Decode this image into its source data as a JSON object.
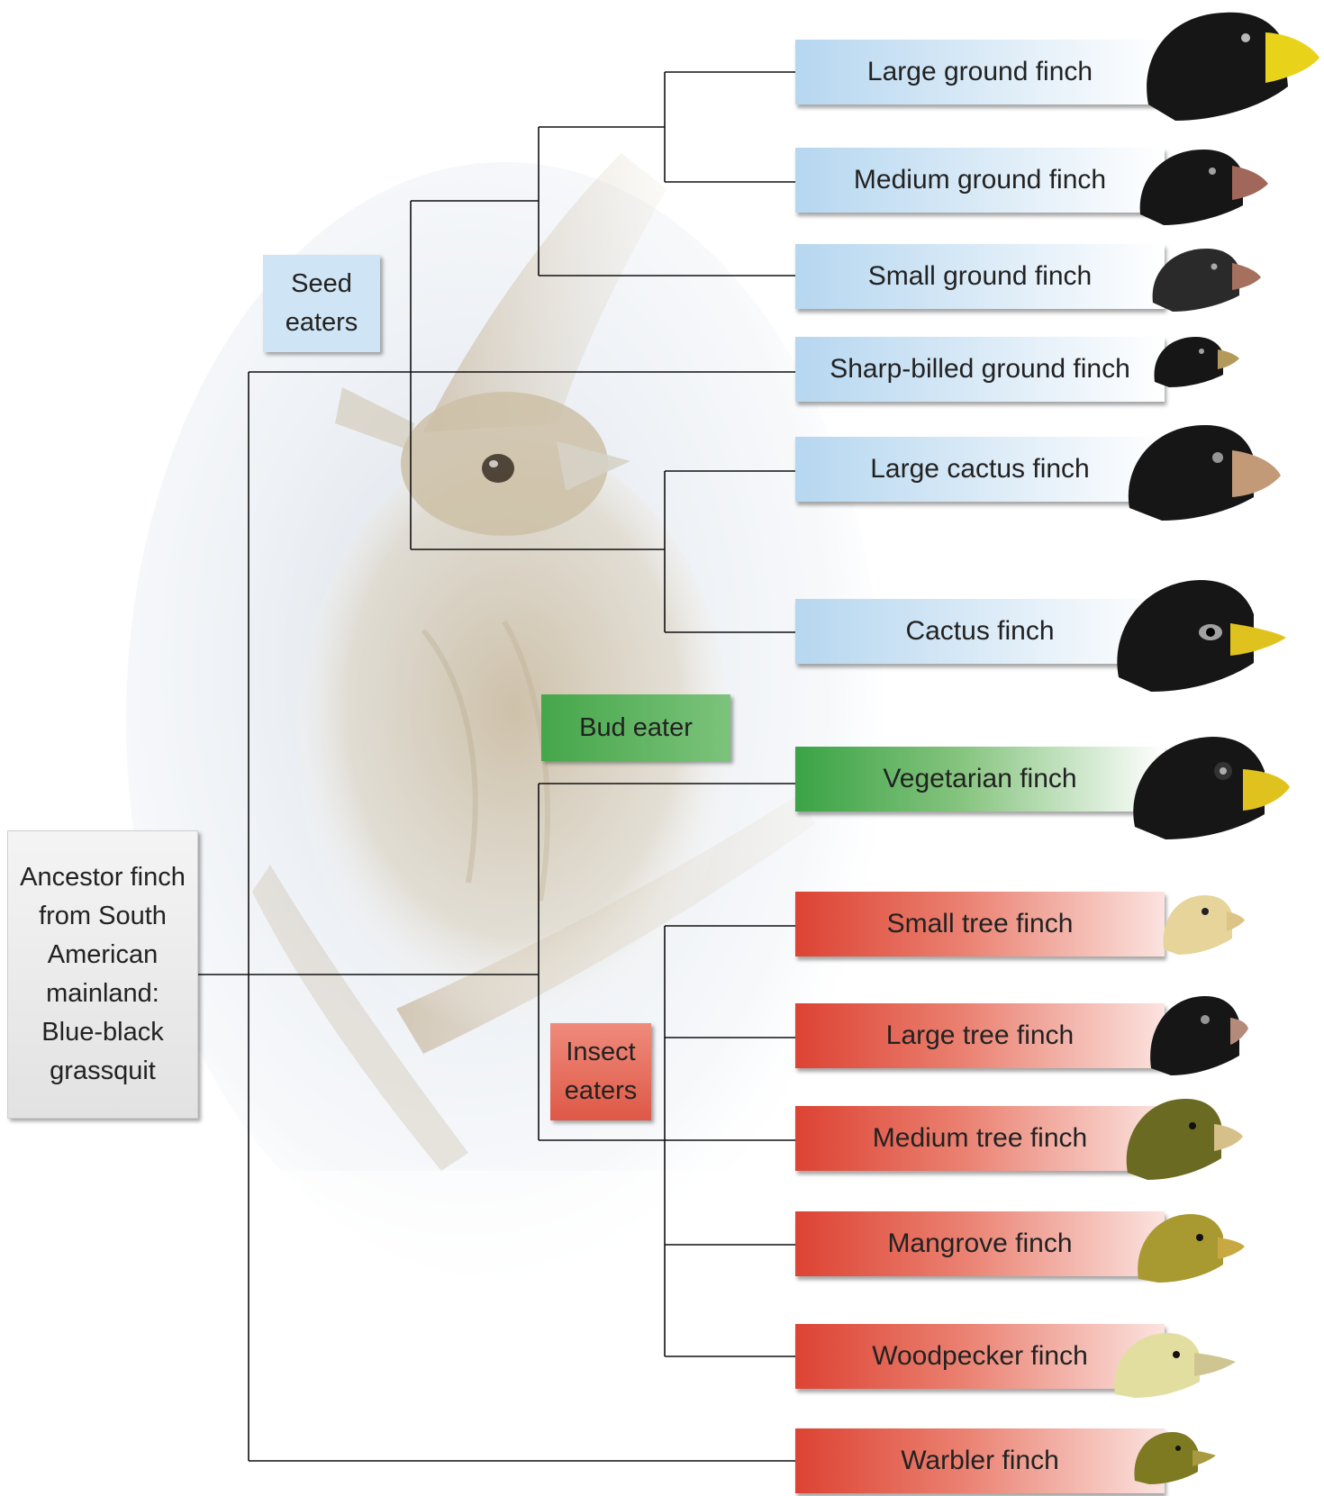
{
  "ancestor": {
    "lines": [
      "Ancestor finch",
      "from South",
      "American",
      "mainland:",
      "Blue-black",
      "grassquit"
    ]
  },
  "groups": {
    "seed": [
      "Seed",
      "eaters"
    ],
    "bud": [
      "Bud eater"
    ],
    "insect": [
      "Insect",
      "eaters"
    ]
  },
  "species": [
    {
      "name": "Large ground finch",
      "diet": "seed",
      "head_color": "#161616",
      "beak_color": "#e8d21a"
    },
    {
      "name": "Medium ground finch",
      "diet": "seed",
      "head_color": "#161616",
      "beak_color": "#a0675a"
    },
    {
      "name": "Small ground finch",
      "diet": "seed",
      "head_color": "#2a2a2a",
      "beak_color": "#a5705e"
    },
    {
      "name": "Sharp-billed ground finch",
      "diet": "seed",
      "head_color": "#161616",
      "beak_color": "#b49a5a"
    },
    {
      "name": "Large cactus finch",
      "diet": "seed",
      "head_color": "#161616",
      "beak_color": "#c29a78"
    },
    {
      "name": "Cactus finch",
      "diet": "seed",
      "head_color": "#161616",
      "beak_color": "#e0c21e"
    },
    {
      "name": "Vegetarian finch",
      "diet": "bud",
      "head_color": "#161616",
      "beak_color": "#e0c21e"
    },
    {
      "name": "Small tree finch",
      "diet": "insect",
      "head_color": "#e6d49a",
      "beak_color": "#dcc486"
    },
    {
      "name": "Large tree finch",
      "diet": "insect",
      "head_color": "#161616",
      "beak_color": "#b48a7a"
    },
    {
      "name": "Medium tree finch",
      "diet": "insect",
      "head_color": "#6b6a22",
      "beak_color": "#d6c08a"
    },
    {
      "name": "Mangrove finch",
      "diet": "insect",
      "head_color": "#a89a30",
      "beak_color": "#c8a842"
    },
    {
      "name": "Woodpecker finch",
      "diet": "insect",
      "head_color": "#e2dea0",
      "beak_color": "#cfc590"
    },
    {
      "name": "Warbler finch",
      "diet": "insect",
      "head_color": "#7d7a22",
      "beak_color": "#a89a40"
    }
  ],
  "colors": {
    "seed": "#b6d7f0",
    "bud": "#3aa345",
    "insect": "#dd4333",
    "line": "#111111"
  }
}
